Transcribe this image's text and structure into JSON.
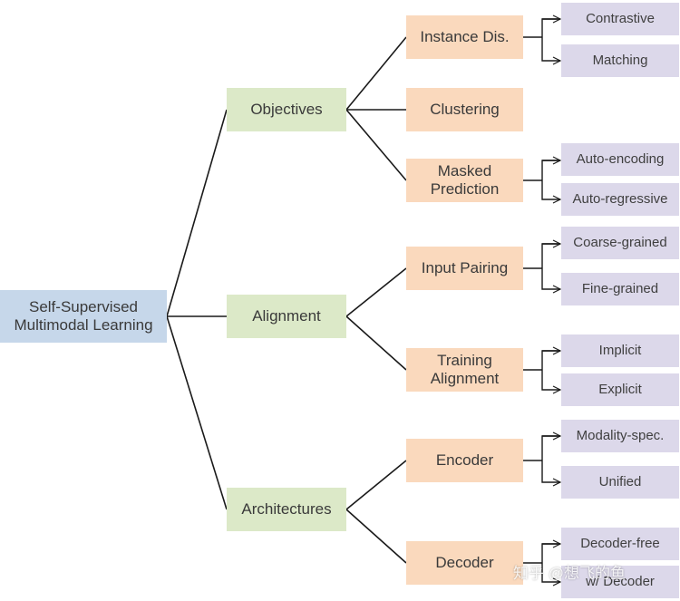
{
  "root": "Self-Supervised\nMultimodal Learning",
  "categories": {
    "objectives": {
      "label": "Objectives",
      "instance_dis": {
        "label": "Instance Dis.",
        "children": [
          "Contrastive",
          "Matching"
        ]
      },
      "clustering": {
        "label": "Clustering"
      },
      "masked_prediction": {
        "label": "Masked\nPrediction",
        "children": [
          "Auto-encoding",
          "Auto-regressive"
        ]
      }
    },
    "alignment": {
      "label": "Alignment",
      "input_pairing": {
        "label": "Input Pairing",
        "children": [
          "Coarse-grained",
          "Fine-grained"
        ]
      },
      "training_alignment": {
        "label": "Training\nAlignment",
        "children": [
          "Implicit",
          "Explicit"
        ]
      }
    },
    "architectures": {
      "label": "Architectures",
      "encoder": {
        "label": "Encoder",
        "children": [
          "Modality-spec.",
          "Unified"
        ]
      },
      "decoder": {
        "label": "Decoder",
        "children": [
          "Decoder-free",
          "w/ Decoder"
        ]
      }
    }
  },
  "watermark": "知乎 @想飞的鱼",
  "colors": {
    "root": "#c6d7ea",
    "level1": "#dce9c8",
    "level2": "#fad9bd",
    "level3": "#dcd8ea",
    "line": "#1a1a1a"
  }
}
